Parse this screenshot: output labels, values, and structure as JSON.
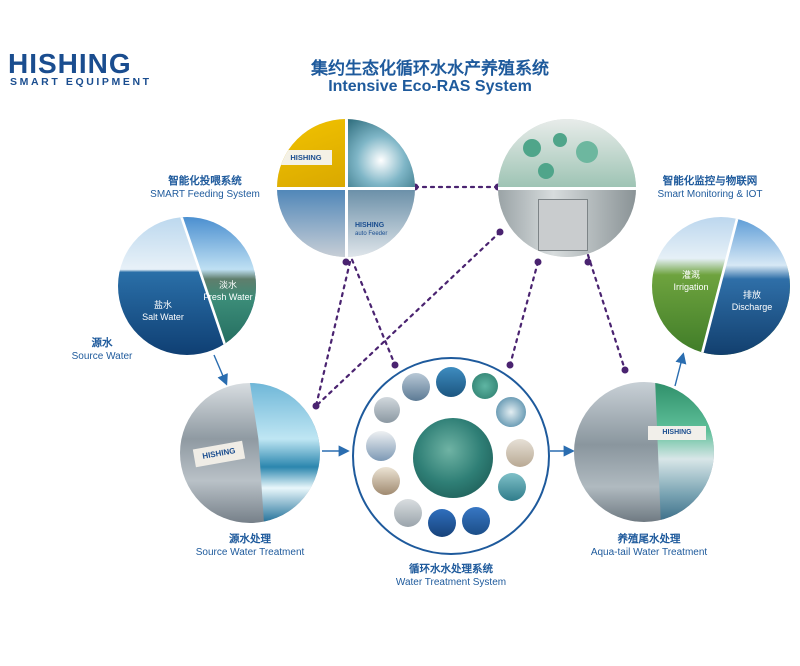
{
  "logo": {
    "main": "HISHING",
    "sub": "SMART EQUIPMENT"
  },
  "title": {
    "cn": "集约生态化循环水水产养殖系统",
    "en": "Intensive Eco-RAS  System"
  },
  "nodes": {
    "feeding": {
      "cn": "智能化投喂系统",
      "en": "SMART Feeding System",
      "brand1": "HISHING",
      "brand2": "HISHING",
      "brand3": "auto Feeder"
    },
    "monitoring": {
      "cn": "智能化监控与物联网",
      "en": "Smart Monitoring & IOT"
    },
    "source": {
      "cn": "源水",
      "en": "Source Water",
      "salt_cn": "盐水",
      "salt_en": "Salt Water",
      "fresh_cn": "淡水",
      "fresh_en": "Fresh Water"
    },
    "discharge": {
      "irr_cn": "灌溉",
      "irr_en": "Irrigation",
      "dis_cn": "排放",
      "dis_en": "Discharge"
    },
    "treatment": {
      "cn": "源水处理",
      "en": "Source Water Treatment",
      "brand": "HISHING"
    },
    "ras": {
      "cn": "循环水水处理系统",
      "en": "Water Treatment  System"
    },
    "aquatail": {
      "cn": "养殖尾水处理",
      "en": "Aqua-tail Water Treatment",
      "brand": "HISHING"
    }
  },
  "colors": {
    "brand": "#1a4d8f",
    "title": "#1e5a9c",
    "arrow": "#2a6db0",
    "dotted": "#4a2370"
  }
}
